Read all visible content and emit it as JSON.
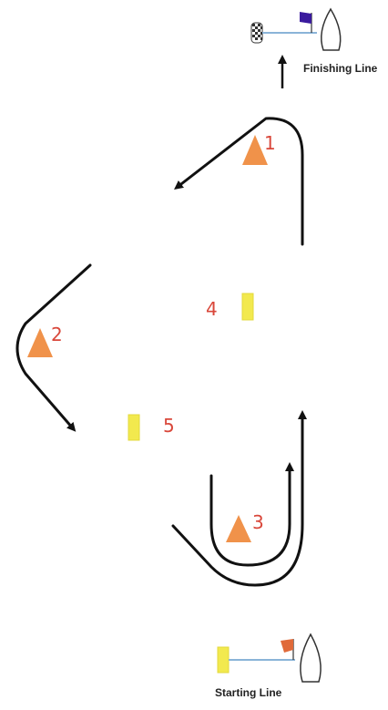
{
  "finishing_line": {
    "label": "Finishing Line",
    "flag_color": "#3a1a9e"
  },
  "starting_line": {
    "label": "Starting Line",
    "flag_color": "#e06a3a"
  },
  "marks": {
    "mark_1": {
      "number": "1",
      "type": "triangle",
      "color": "#f0924a"
    },
    "mark_2": {
      "number": "2",
      "type": "triangle",
      "color": "#f0924a"
    },
    "mark_3": {
      "number": "3",
      "type": "triangle",
      "color": "#f0924a"
    },
    "mark_4": {
      "number": "4",
      "type": "rectangle",
      "color": "#f2e94e"
    },
    "mark_5": {
      "number": "5",
      "type": "rectangle",
      "color": "#f2e94e"
    }
  },
  "colors": {
    "path": "#111111",
    "number_text": "#d9473a",
    "line": "#8ab4d8"
  }
}
